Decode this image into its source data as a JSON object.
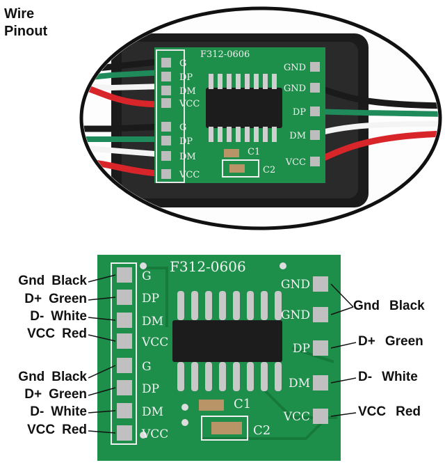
{
  "title": "Wire\nPinout",
  "chip_label": "F312-0606",
  "board": {
    "left_pins": [
      "G",
      "DP",
      "DM",
      "VCC",
      "G",
      "DP",
      "DM",
      "VCC"
    ],
    "right_pins": [
      "GND",
      "GND",
      "DP",
      "DM",
      "VCC"
    ],
    "cap1": "C1",
    "cap2": "C2"
  },
  "left_labels": [
    {
      "signal": "Gnd",
      "color": "Black"
    },
    {
      "signal": "D+",
      "color": "Green"
    },
    {
      "signal": "D-",
      "color": "White"
    },
    {
      "signal": "VCC",
      "color": "Red"
    },
    {
      "signal": "Gnd",
      "color": "Black"
    },
    {
      "signal": "D+",
      "color": "Green"
    },
    {
      "signal": "D-",
      "color": "White"
    },
    {
      "signal": "VCC",
      "color": "Red"
    }
  ],
  "right_labels": [
    {
      "signal": "Gnd",
      "color": "Black"
    },
    {
      "signal": "D+",
      "color": "Green"
    },
    {
      "signal": "D-",
      "color": "White"
    },
    {
      "signal": "VCC",
      "color": "Red"
    }
  ],
  "colors": {
    "pcb": "#1e8f4a",
    "pcb_dark": "#157a3c",
    "wire_black": "#1a1a1a",
    "wire_green": "#1f8a5a",
    "wire_white": "#f4f4f4",
    "wire_red": "#d8252a"
  }
}
